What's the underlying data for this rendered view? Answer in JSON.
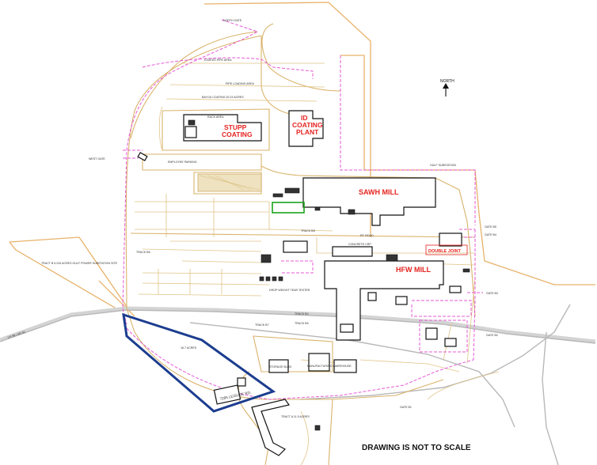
{
  "compass": {
    "label": "NORTH"
  },
  "labels": {
    "north_gate": "NORTH GATE",
    "coated_pipe": "COATED PIPE AREA",
    "pipe_loading": "PIPE LOADING AREA",
    "bayou_area": "BAYOU COATING 20.23 ACRES",
    "rack_area": "RACK AREA",
    "west_gate": "WEST GATE",
    "employee_parking": "EMPLOYEE PARKING",
    "gulf_substation": "GULF SUBSTATION",
    "track_b8": "TRACK B8",
    "track_b6_left": "TRACK B6",
    "track_b7": "TRACK B7",
    "track_b4": "TRACK B4",
    "track_b5": "TRACK B5",
    "rt_road": "RT. ROAD",
    "gate_b1": "GATE B1",
    "gate_b2": "GATE B2",
    "gate_b3": "GATE B3",
    "gate_b4": "GATE B4",
    "gate_b5": "GATE B5",
    "tract_b": "TRACT B 5.234 ACRES GULF POWER SUBSTATION SITE",
    "tract_a": "TRACT A 11.9 ACRES",
    "acres_16": "16.7 ACRES",
    "drop_weight": "DROP WEIGHT TEAR TESTER",
    "concrete": "CONCRETE CRP",
    "storage_bldg": "STORAGE BLDG",
    "manufacturing": "MANUFACTURING WAREHOUSE",
    "leisure": "7285 LEISURE RD.",
    "highway": "US 98 / SR 30"
  },
  "facilities": {
    "stupp": "STUPP",
    "coating": "COATING",
    "id_coating_1": "ID",
    "id_coating_2": "COATING",
    "id_coating_3": "PLANT",
    "sawh_mill": "SAWH MILL",
    "hfw_mill": "HFW MILL",
    "double_joint": "DOUBLE JOINT"
  },
  "note": "DRAWING IS NOT TO SCALE",
  "colors": {
    "facility_label": "#e52420",
    "highlight_parcel": "#1c3d8f",
    "highlight_small": "#1aa31a",
    "fence": "#e65ad6",
    "road": "#d9b36a"
  }
}
